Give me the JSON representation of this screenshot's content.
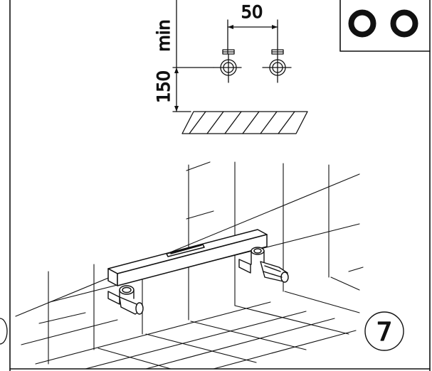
{
  "dimensions": {
    "spacing_value": "50",
    "height_value": "150",
    "height_suffix": "min"
  },
  "badge": {
    "symbol": "OO"
  },
  "step": {
    "number": "7"
  },
  "colors": {
    "ink": "#111111",
    "paper": "#ffffff"
  }
}
